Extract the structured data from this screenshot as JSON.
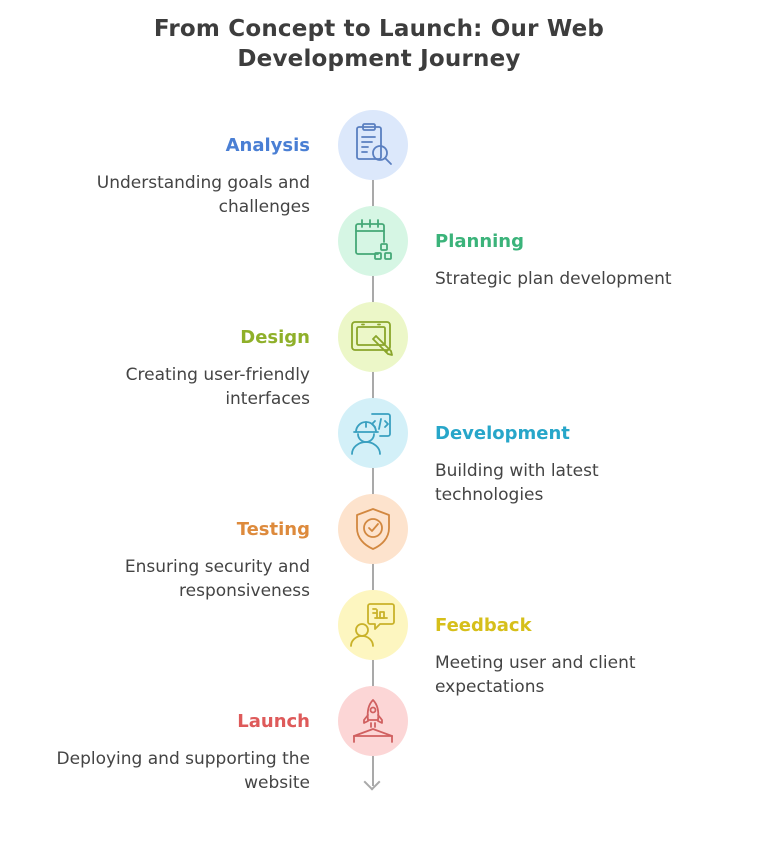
{
  "title": {
    "line1": "From Concept to Launch: Our Web",
    "line2": "Development Journey"
  },
  "steps": [
    {
      "title": "Analysis",
      "desc": [
        "Understanding goals and",
        "challenges"
      ],
      "side": "left",
      "color": "#4a7fd4",
      "bg": "#dce8fb",
      "stroke": "#5a7fc0",
      "icon": "clipboard-search-icon"
    },
    {
      "title": "Planning",
      "desc": [
        "Strategic plan development"
      ],
      "side": "right",
      "color": "#3bb37a",
      "bg": "#d6f6e4",
      "stroke": "#45a877",
      "icon": "calendar-blocks-icon"
    },
    {
      "title": "Design",
      "desc": [
        "Creating user-friendly",
        "interfaces"
      ],
      "side": "left",
      "color": "#8fb02a",
      "bg": "#ecf7c8",
      "stroke": "#8aa52a",
      "icon": "drawing-tablet-icon"
    },
    {
      "title": "Development",
      "desc": [
        "Building with latest",
        "technologies"
      ],
      "side": "right",
      "color": "#27a6c9",
      "bg": "#d3f0f8",
      "stroke": "#3aa0c0",
      "icon": "developer-code-icon"
    },
    {
      "title": "Testing",
      "desc": [
        "Ensuring security and",
        "responsiveness"
      ],
      "side": "left",
      "color": "#dd8a3c",
      "bg": "#fde3cd",
      "stroke": "#d28840",
      "icon": "shield-check-icon"
    },
    {
      "title": "Feedback",
      "desc": [
        "Meeting user and client",
        "expectations"
      ],
      "side": "right",
      "color": "#d6bf1a",
      "bg": "#fdf6c0",
      "stroke": "#c9b22a",
      "icon": "user-feedback-icon"
    },
    {
      "title": "Launch",
      "desc": [
        "Deploying and supporting the",
        "website"
      ],
      "side": "left",
      "color": "#de5a5a",
      "bg": "#fcd6d6",
      "stroke": "#d06060",
      "icon": "rocket-launch-icon"
    }
  ]
}
